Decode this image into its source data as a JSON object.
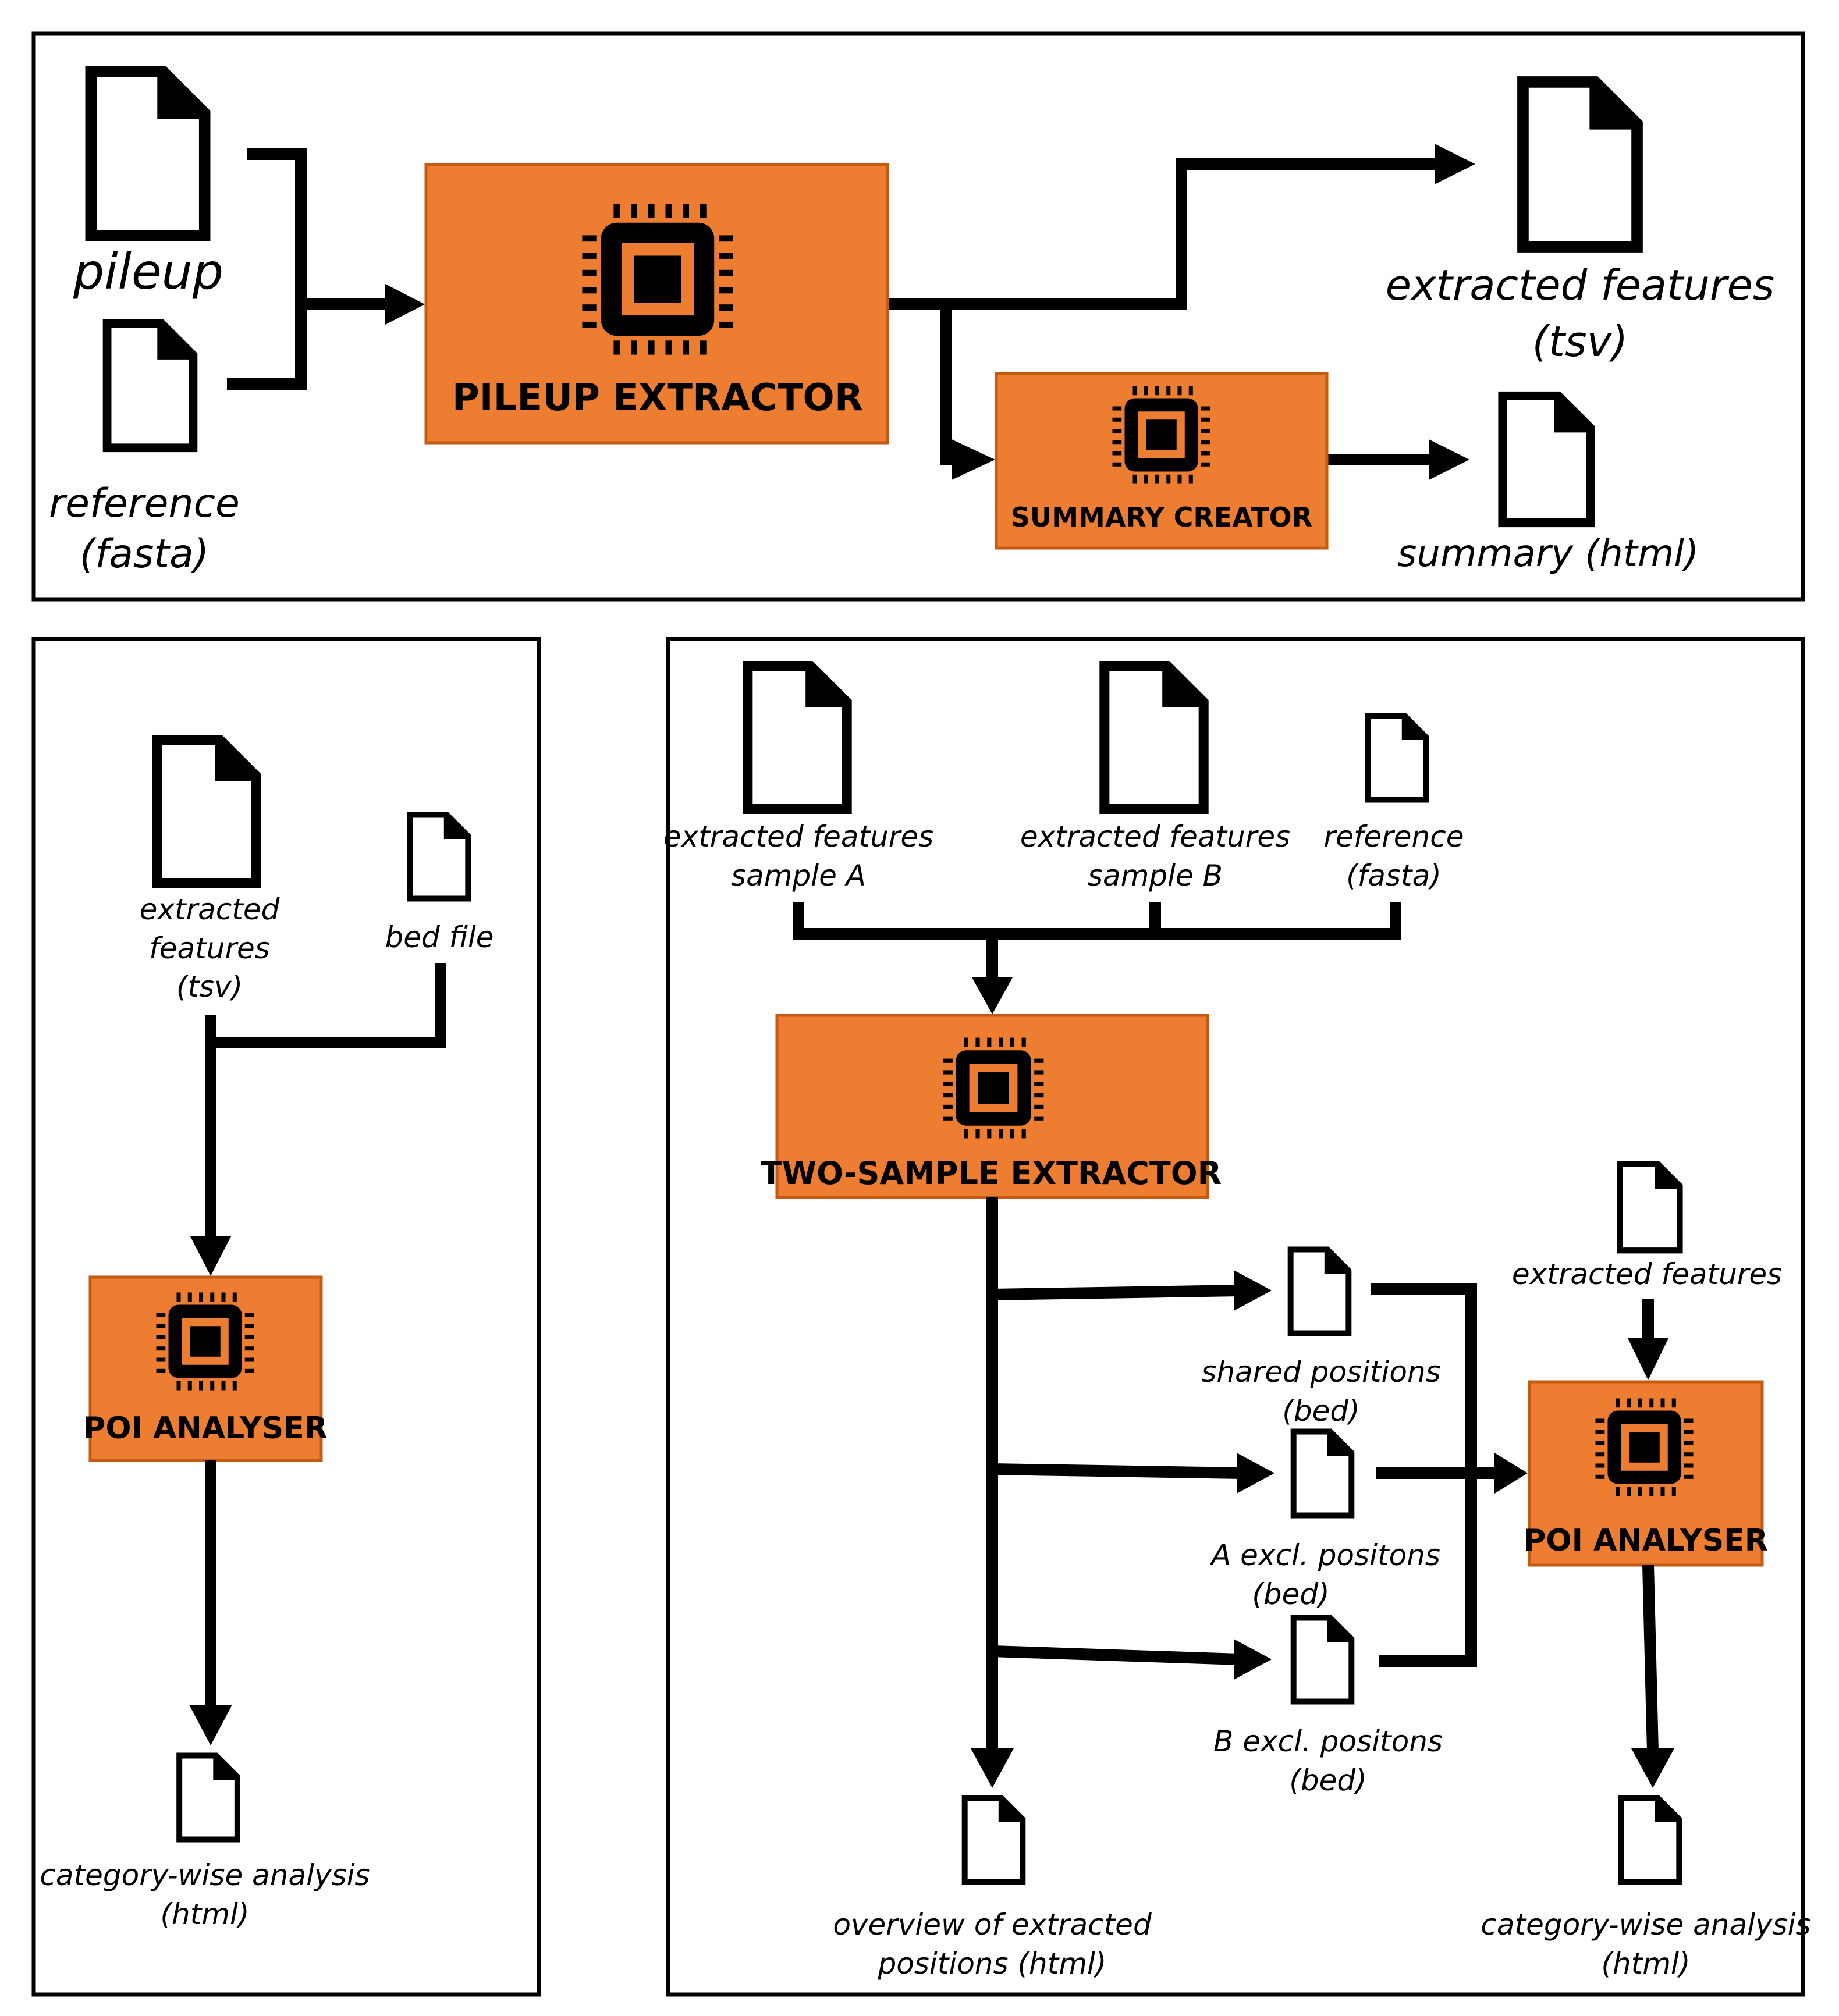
{
  "colors": {
    "process_fill": "#ed7d31",
    "process_border": "#c55a11",
    "line": "#000000",
    "panel_border": "#000000",
    "background": "#ffffff"
  },
  "icons": {
    "document": "file-icon",
    "processor": "cpu-chip-icon"
  },
  "panels": {
    "top": {
      "inputs": {
        "pileup": "pileup",
        "reference_line1": "reference",
        "reference_line2": "(fasta)"
      },
      "processes": {
        "pileup_extractor": "PILEUP EXTRACTOR",
        "summary_creator": "SUMMARY CREATOR"
      },
      "outputs": {
        "features_line1": "extracted features",
        "features_line2": "(tsv)",
        "summary": "summary (html)"
      }
    },
    "bottom_left": {
      "inputs": {
        "features_line1": "extracted",
        "features_line2": "features",
        "features_line3": "(tsv)",
        "bed": "bed file"
      },
      "process": "POI ANALYSER",
      "output_line1": "category-wise analysis",
      "output_line2": "(html)"
    },
    "bottom_right": {
      "inputs": {
        "sample_a_line1": "extracted features",
        "sample_a_line2": "sample A",
        "sample_b_line1": "extracted features",
        "sample_b_line2": "sample B",
        "reference_line1": "reference",
        "reference_line2": "(fasta)"
      },
      "process": "TWO-SAMPLE EXTRACTOR",
      "positions": {
        "shared_line1": "shared positions",
        "shared_line2": "(bed)",
        "a_excl_line1": "A excl. positons",
        "a_excl_line2": "(bed)",
        "b_excl_line1": "B excl. positons",
        "b_excl_line2": "(bed)"
      },
      "overview_line1": "overview of extracted",
      "overview_line2": "positions (html)",
      "poi_input": "extracted features",
      "poi_process": "POI ANALYSER",
      "poi_output_line1": "category-wise analysis",
      "poi_output_line2": "(html)"
    }
  }
}
